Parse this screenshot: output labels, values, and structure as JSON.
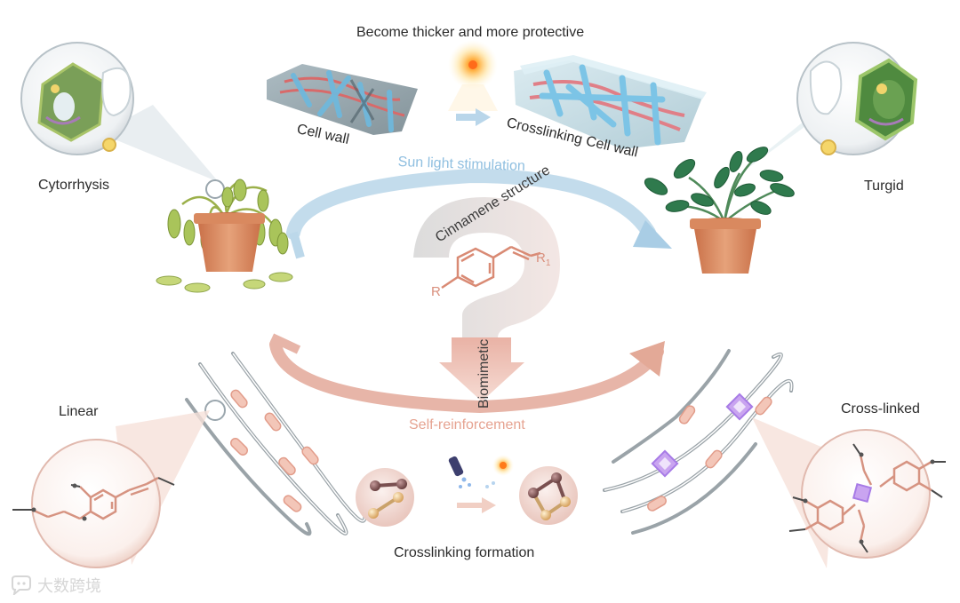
{
  "top_caption": "Become thicker and more protective",
  "labels": {
    "cytorrhysis": "Cytorrhysis",
    "turgid": "Turgid",
    "cell_wall": "Cell wall",
    "crosslinking_cell_wall": "Crosslinking Cell wall",
    "sun_light_stimulation": "Sun light stimulation",
    "cinnamene_structure": "Cinnamene structure",
    "biomimetic": "Biomimetic",
    "self_reinforcement": "Self-reinforcement",
    "linear": "Linear",
    "cross_linked": "Cross-linked",
    "crosslinking_formation": "Crosslinking formation",
    "r_group": "R",
    "r1_group": "R",
    "r1_subscript": "1"
  },
  "watermark": {
    "text": "大数跨境",
    "logo_icon": "chat-bubble-logo-icon"
  },
  "colors": {
    "text": "#2b2b2b",
    "sunlight_arrow": "#b9d6ea",
    "sunlight_text": "#8fbfe0",
    "salmon_arrow": "#e9b6a8",
    "salmon_text": "#e6a391",
    "crosslink_purple": "#a77be6",
    "leaf_green": "#2f7a4d",
    "wilted_leaf": "#b7cc6a",
    "pot": "#d98d63",
    "cell_wall_blue": "#8cc8e6"
  }
}
